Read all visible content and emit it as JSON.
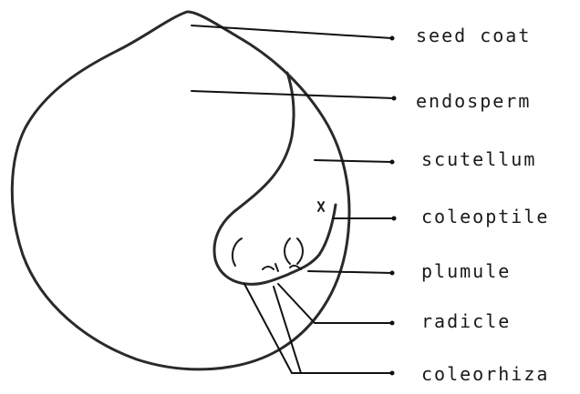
{
  "labels": {
    "seed_coat": "seed coat",
    "endosperm": "endosperm",
    "scutellum": "scutellum",
    "coleoptile": "coleoptile",
    "plumule": "plumule",
    "radicle": "radicle",
    "coleorhiza": "coleorhiza"
  },
  "colors": {
    "ink": "#1a1a1a",
    "background": "#ffffff"
  }
}
